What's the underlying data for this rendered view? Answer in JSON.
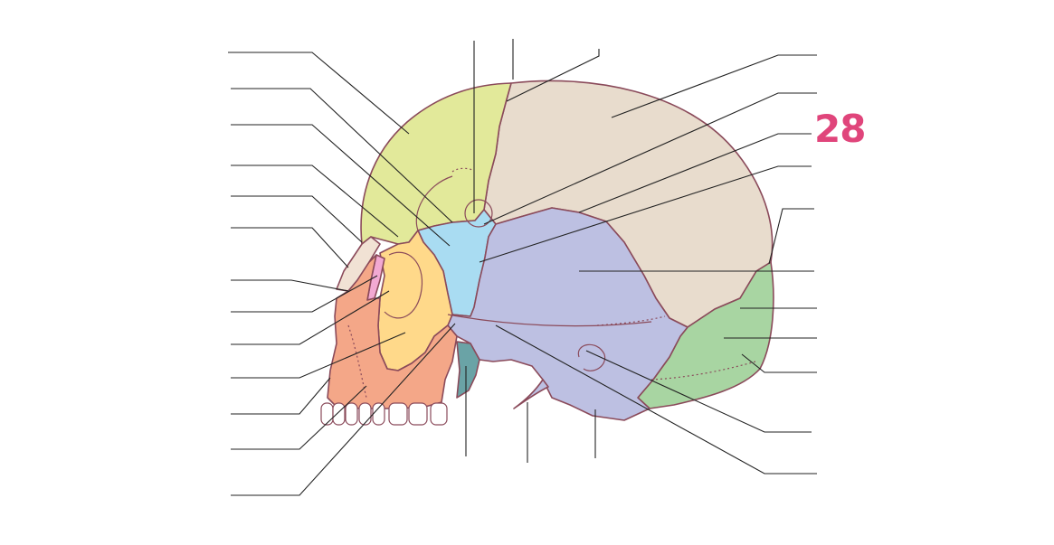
{
  "figure": {
    "number_badge": "28",
    "badge_color": "#e0457b"
  },
  "bone_colors": {
    "frontal": "#e2e99a",
    "parietal": "#e8dccd",
    "sphenoid": "#a9dcf2",
    "temporal": "#bdc0e2",
    "occipital": "#a8d5a2",
    "zygomatic": "#ffd98a",
    "maxilla": "#f4a788",
    "nasal": "#f1e2d4",
    "lacrimal": "#f2a9d2",
    "mandible": "#6aa3a6",
    "teeth": "#ffffff",
    "outline": "#8a4a5a"
  },
  "label_slots": {
    "left_count": 13,
    "top_count": 3,
    "right_count": 11,
    "bottom_count": 3,
    "all_blank": true
  }
}
